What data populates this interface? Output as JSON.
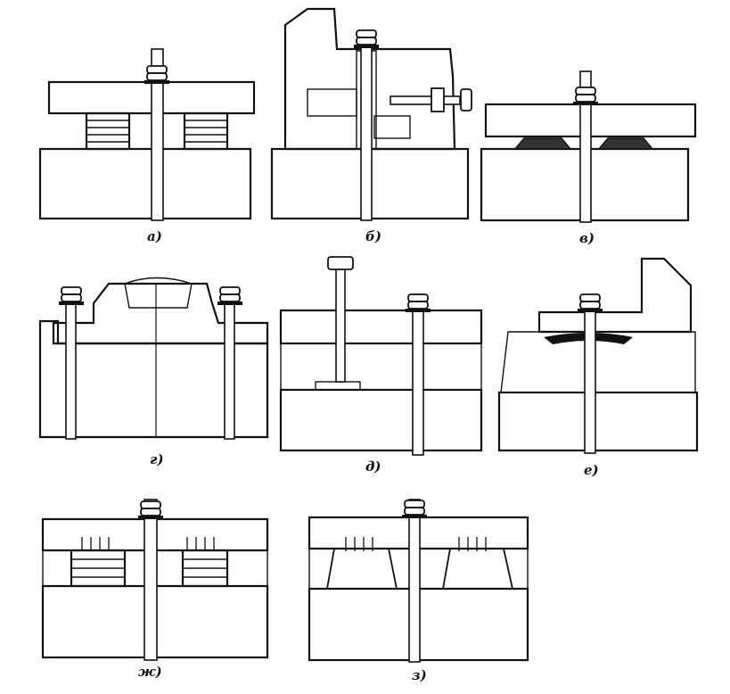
{
  "figure": {
    "panels": [
      {
        "key": "a",
        "caption": "а)"
      },
      {
        "key": "b",
        "caption": "б)"
      },
      {
        "key": "v",
        "caption": "в)"
      },
      {
        "key": "g",
        "caption": "г)"
      },
      {
        "key": "d",
        "caption": "д)"
      },
      {
        "key": "e",
        "caption": "е)"
      },
      {
        "key": "zh",
        "caption": "ж)"
      },
      {
        "key": "z",
        "caption": "з)"
      }
    ]
  }
}
